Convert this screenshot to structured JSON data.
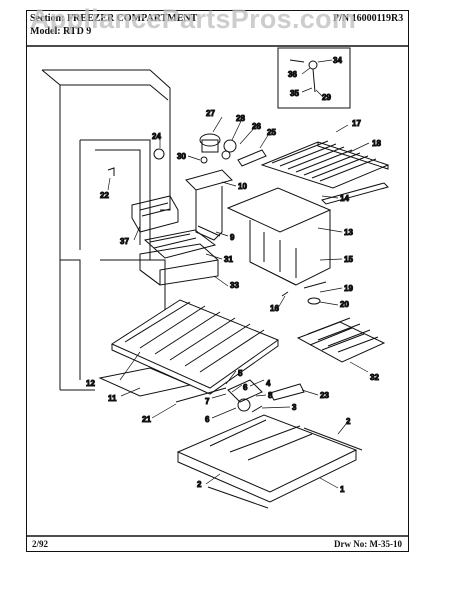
{
  "header": {
    "section_label": "Section:",
    "section_value": "FREEZER COMPARTMENT",
    "model_label": "Model:",
    "model_value": "RTD 9",
    "part_number": "P/N 16000119R3"
  },
  "watermark": "AppliancePartsPros.com",
  "footer": {
    "date": "2/92",
    "drawing_number": "Drw No: M-35-10"
  },
  "callouts": [
    "1",
    "2",
    "2",
    "3",
    "4",
    "5",
    "6",
    "6",
    "7",
    "8",
    "9",
    "10",
    "11",
    "12",
    "13",
    "14",
    "15",
    "16",
    "17",
    "18",
    "19",
    "20",
    "21",
    "22",
    "23",
    "24",
    "25",
    "26",
    "27",
    "28",
    "29",
    "30",
    "31",
    "32",
    "33",
    "34",
    "35",
    "36",
    "37"
  ],
  "colors": {
    "ink": "#111111",
    "watermark": "#bdbdbd"
  }
}
